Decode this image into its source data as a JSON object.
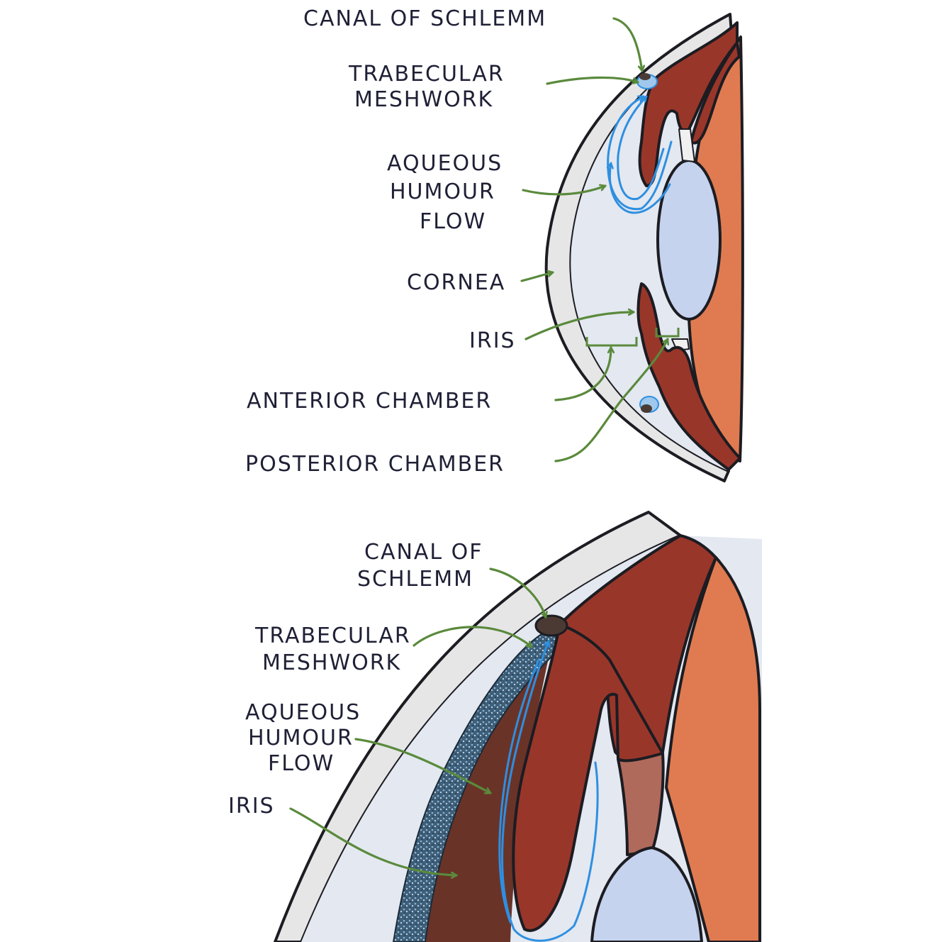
{
  "colors": {
    "cornea": "#e6e6e7",
    "chamber": "#e3e8f1",
    "iris_ciliary": "#99362a",
    "iris_shadow": "#6a3328",
    "choroid": "#e07b51",
    "lens": "#c5d3ee",
    "aqueous_flow": "#2e8fe0",
    "leader_line": "#5a8a3c",
    "canal": "#4b3a33",
    "meshwork": "#3f5f78",
    "label_text": "#1f2036"
  },
  "top_diagram": {
    "labels": {
      "canal_of_schlemm": "CANAL OF SCHLEMM",
      "trabecular_1": "TRABECULAR",
      "trabecular_2": "MESHWORK",
      "aqueous_1": "AQUEOUS",
      "aqueous_2": "HUMOUR",
      "aqueous_3": "FLOW",
      "cornea": "CORNEA",
      "iris": "IRIS",
      "anterior_chamber": "ANTERIOR CHAMBER",
      "posterior_chamber": "POSTERIOR CHAMBER"
    }
  },
  "bottom_diagram": {
    "labels": {
      "canal_1": "CANAL OF",
      "canal_2": "SCHLEMM",
      "trabecular_1": "TRABECULAR",
      "trabecular_2": "MESHWORK",
      "aqueous_1": "AQUEOUS",
      "aqueous_2": "HUMOUR",
      "aqueous_3": "FLOW",
      "iris": "IRIS"
    }
  },
  "icons": {
    "leader_arrowhead": "arrowhead-icon"
  }
}
